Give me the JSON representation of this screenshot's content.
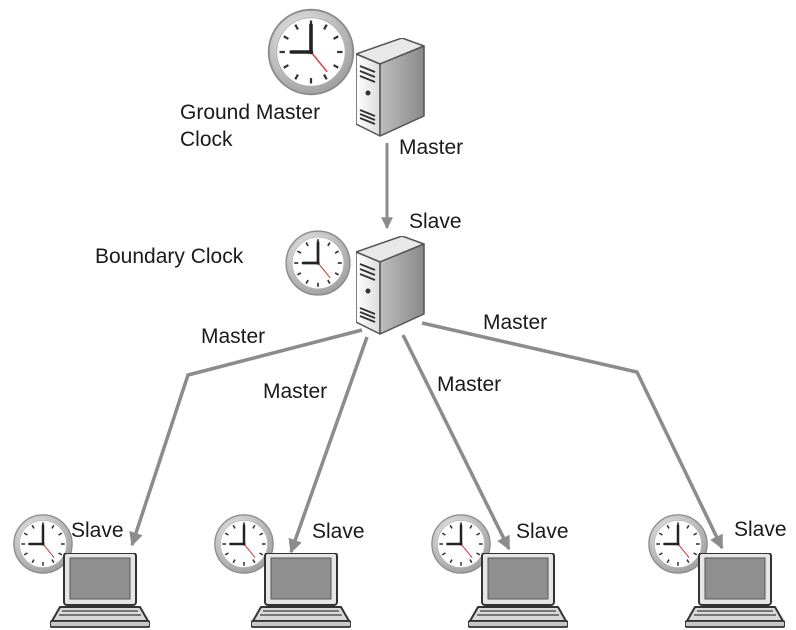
{
  "colors": {
    "link": "#8c8c8c",
    "clock_rim": "#9a9a9a",
    "clock_hand": "#222222",
    "second_hand": "#d23c3c",
    "server_body": "#f0f0f0",
    "laptop_screen": "#8f8f8f"
  },
  "ground_master": {
    "label_line1": "Ground Master",
    "label_line2": "Clock",
    "icon": "server-icon",
    "clock_icon": "clock-icon"
  },
  "boundary": {
    "label": "Boundary Clock",
    "icon": "server-icon",
    "clock_icon": "clock-icon"
  },
  "links": {
    "uplink": {
      "upper": "Master",
      "lower": "Slave"
    },
    "downlinks": [
      "Master",
      "Master",
      "Master",
      "Master"
    ]
  },
  "clients": [
    {
      "label": "Slave",
      "icon": "laptop-icon",
      "clock_icon": "clock-icon"
    },
    {
      "label": "Slave",
      "icon": "laptop-icon",
      "clock_icon": "clock-icon"
    },
    {
      "label": "Slave",
      "icon": "laptop-icon",
      "clock_icon": "clock-icon"
    },
    {
      "label": "Slave",
      "icon": "laptop-icon",
      "clock_icon": "clock-icon"
    }
  ]
}
